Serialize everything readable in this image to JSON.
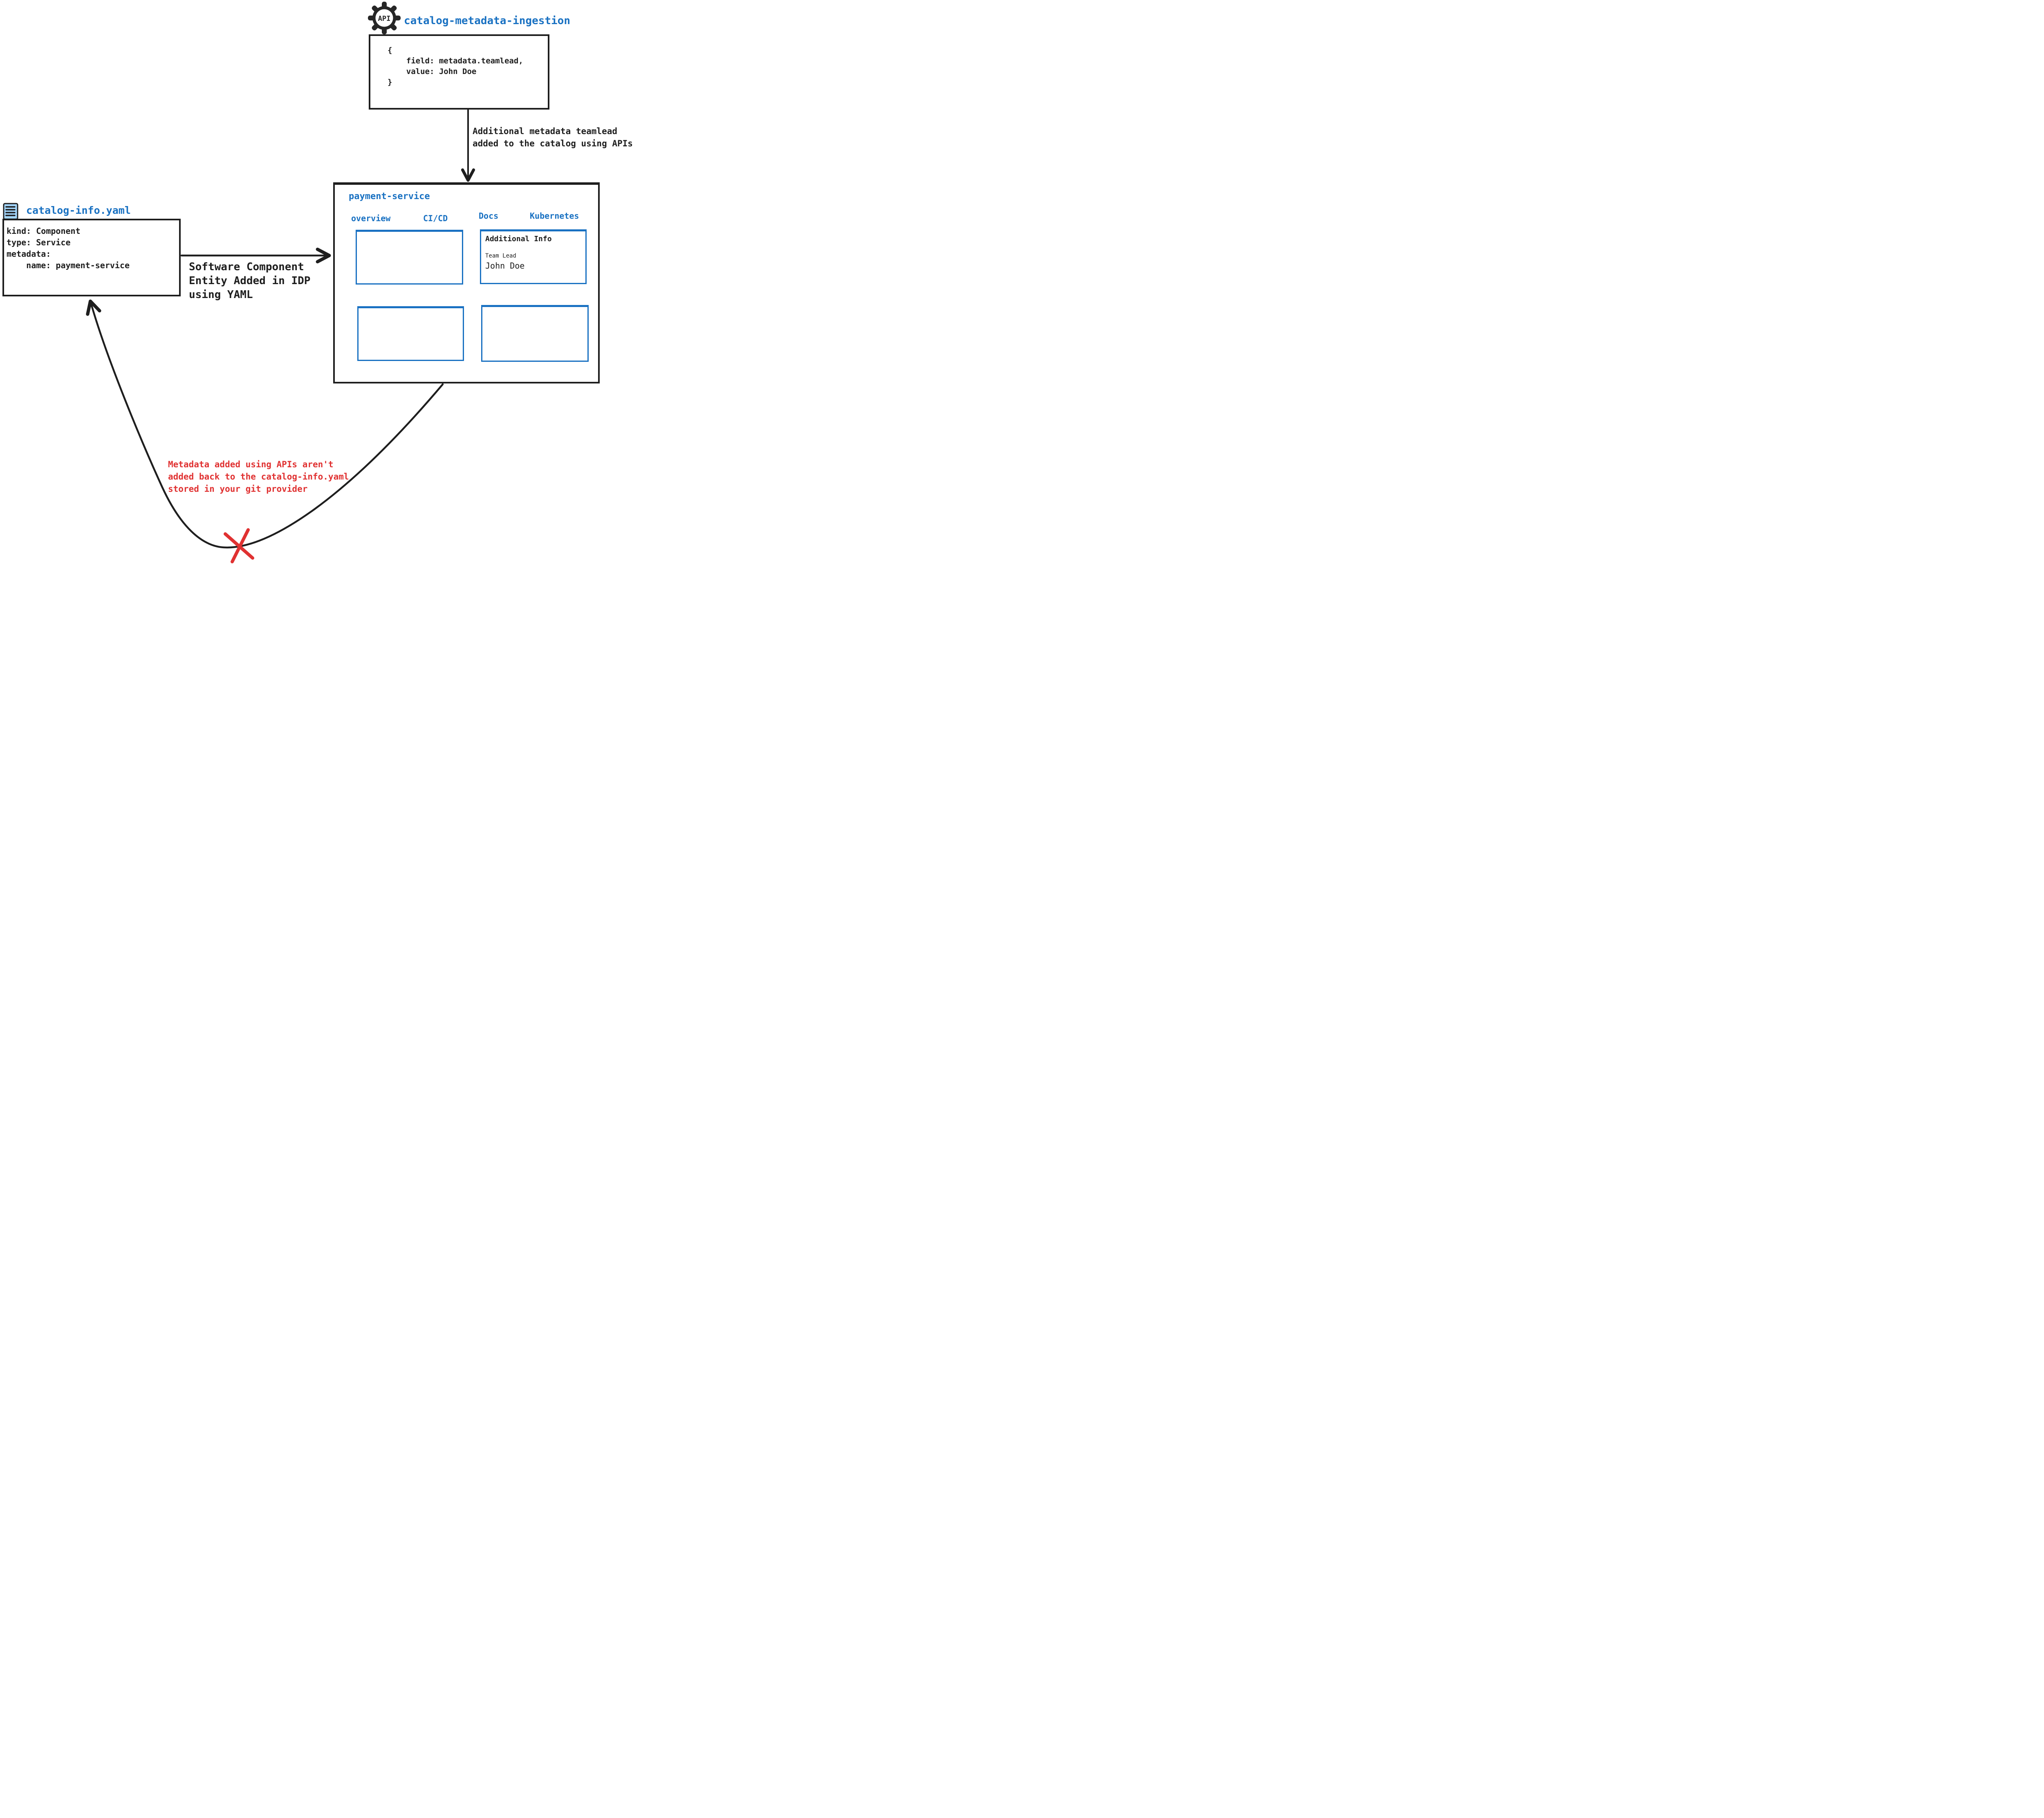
{
  "colors": {
    "accent_blue": "#1971c2",
    "warning_red": "#e03131",
    "ink_black": "#1e1e1e",
    "file_icon_fill": "#a5d8ff"
  },
  "api_ingestion": {
    "icon_label": "API",
    "title": "catalog-metadata-ingestion",
    "code": "{\n    field: metadata.teamlead,\n    value: John Doe\n}"
  },
  "api_flow_annotation": {
    "line1": "Additional metadata teamlead",
    "line2": "added to the catalog using APIs"
  },
  "idp_window": {
    "title": "payment-service",
    "tabs": [
      {
        "label": "overview"
      },
      {
        "label": "CI/CD"
      },
      {
        "label": "Docs"
      },
      {
        "label": "Kubernetes"
      }
    ],
    "docs_panel": {
      "heading": "Additional Info",
      "field_label": "Team Lead",
      "field_value": "John Doe"
    }
  },
  "yaml_file": {
    "title": "catalog-info.yaml",
    "code": "kind: Component\ntype: Service\nmetadata:\n    name: payment-service"
  },
  "yaml_flow_label": {
    "line1": "Software Component",
    "line2": "Entity Added in IDP",
    "line3": "using YAML"
  },
  "warning_note": {
    "line1": "Metadata added using APIs aren't",
    "line2": "added back to the catalog-info.yaml",
    "line3": "stored in your git provider"
  }
}
